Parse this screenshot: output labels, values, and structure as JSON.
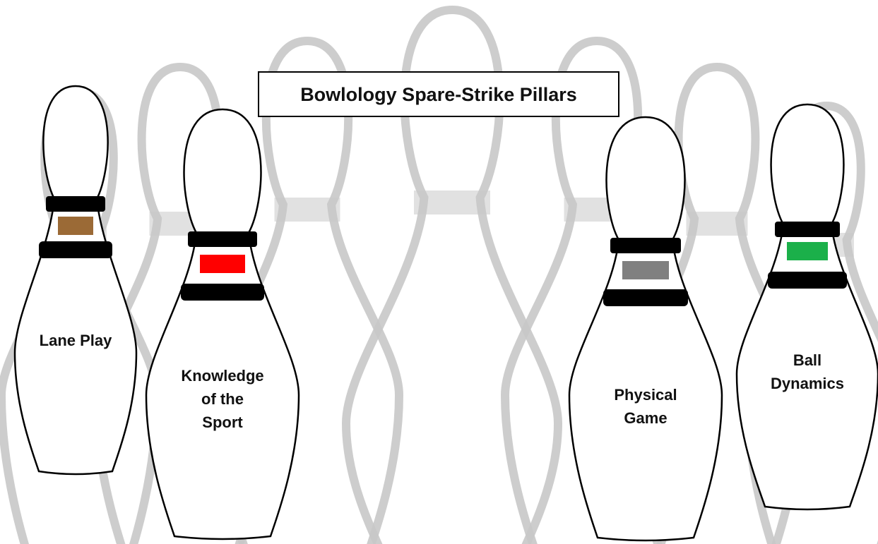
{
  "diagram": {
    "title": "Bowlology Spare-Strike Pillars",
    "pillars": [
      {
        "id": "lane-play",
        "label_lines": [
          "Lane Play"
        ],
        "swatch_color": "#9b6a36"
      },
      {
        "id": "knowledge-of-the-sport",
        "label_lines": [
          "Knowledge",
          "of the",
          "Sport"
        ],
        "swatch_color": "#ff0000"
      },
      {
        "id": "physical-game",
        "label_lines": [
          "Physical",
          "Game"
        ],
        "swatch_color": "#808080"
      },
      {
        "id": "ball-dynamics",
        "label_lines": [
          "Ball",
          "Dynamics"
        ],
        "swatch_color": "#1bb04a"
      }
    ],
    "colors": {
      "background": "#ffffff",
      "background_pins_outline": "#c8c8c8",
      "pin_outline": "#000000",
      "pin_fill": "#ffffff",
      "pin_band": "#000000"
    }
  }
}
